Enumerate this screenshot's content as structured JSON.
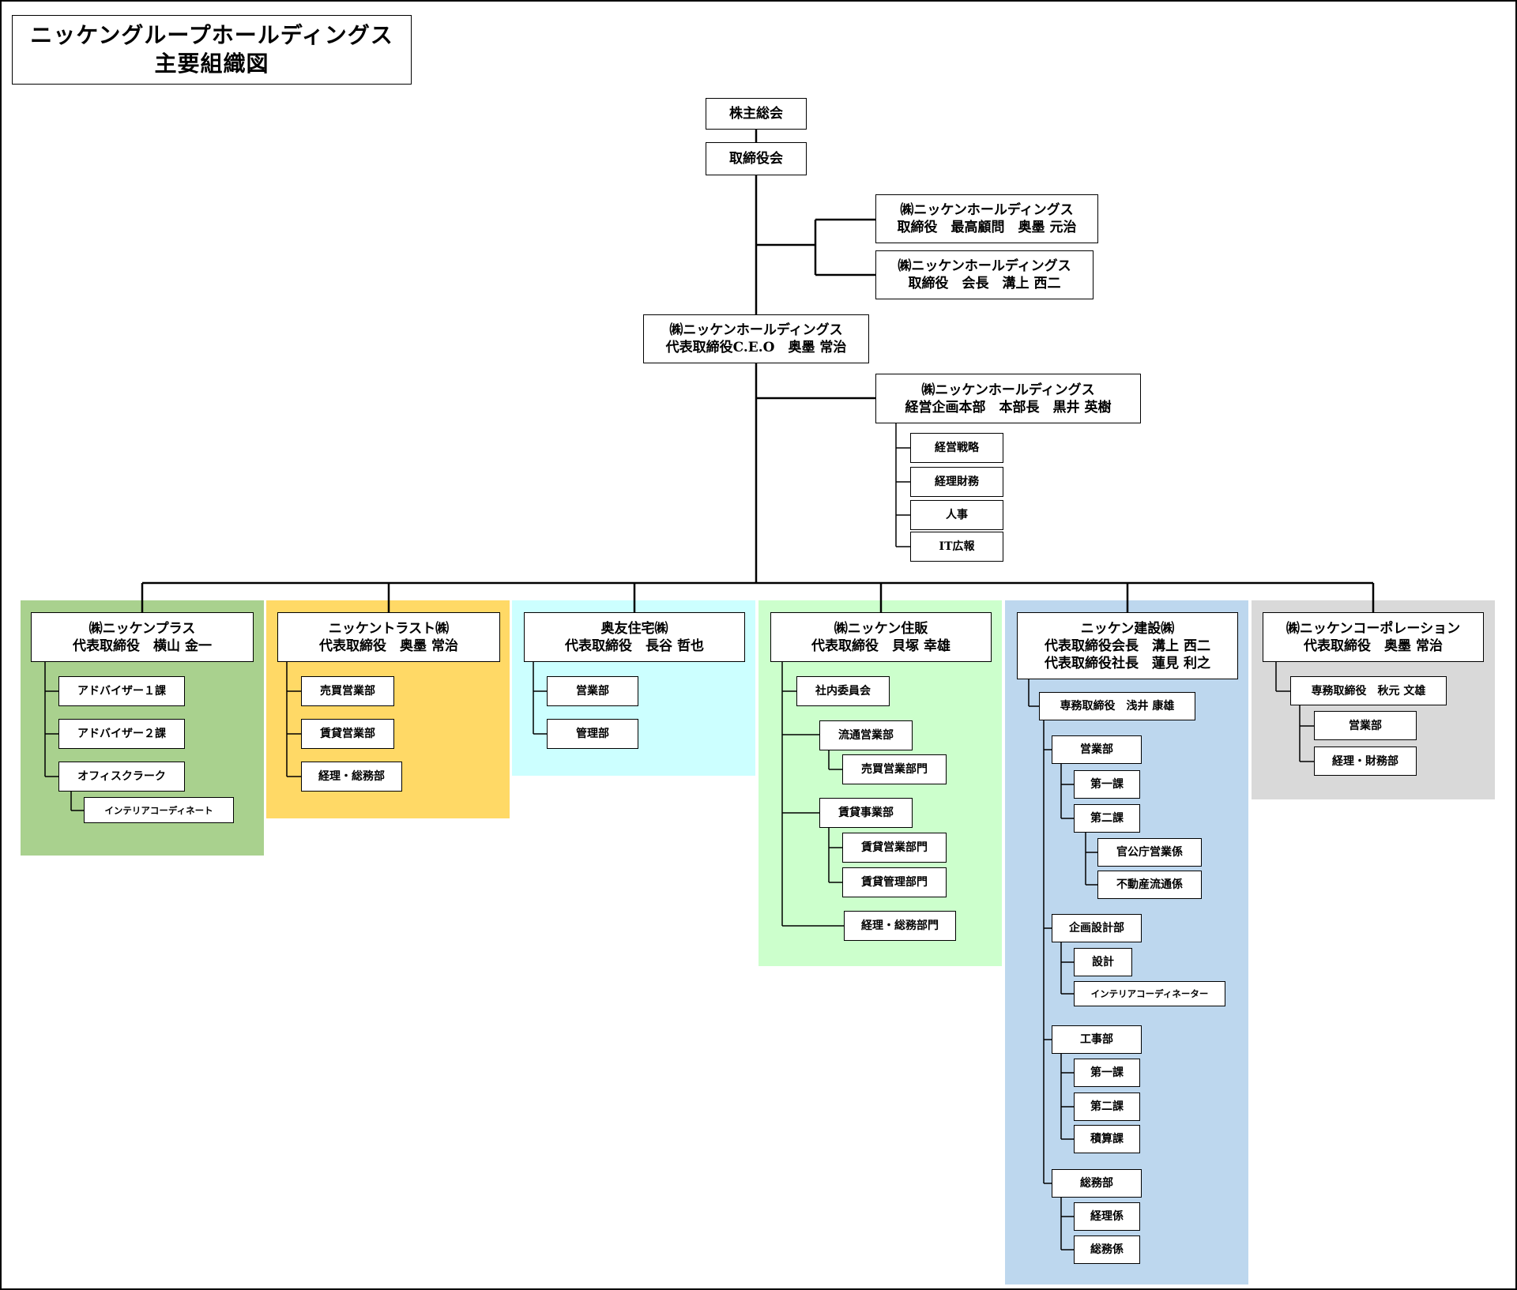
{
  "title": {
    "line1": "ニッケングループホールディングス",
    "line2": "主要組織図"
  },
  "colors": {
    "plus": "#a9d18e",
    "trust": "#ffd966",
    "okutomo": "#ccffff",
    "jyuhan": "#ccffcc",
    "kensetsu": "#bdd7ee",
    "corp": "#d9d9d9"
  },
  "top": {
    "shareholders": "株主総会",
    "board": "取締役会",
    "advisor": {
      "line1": "㈱ニッケンホールディングス",
      "line2": "取締役　最高顧問　奥墨 元治"
    },
    "chairman": {
      "line1": "㈱ニッケンホールディングス",
      "line2": "取締役　会長　溝上 西二"
    },
    "ceo": {
      "line1": "㈱ニッケンホールディングス",
      "line2": "代表取締役C.E.O　奥墨 常治"
    },
    "planning": {
      "line1": "㈱ニッケンホールディングス",
      "line2": "経営企画本部　本部長　黒井 英樹"
    },
    "planning_units": [
      "経営戦略",
      "経理財務",
      "人事",
      "IT広報"
    ]
  },
  "companies": {
    "plus": {
      "name": "㈱ニッケンプラス",
      "head": "代表取締役　横山 金一",
      "units": [
        "アドバイザー１課",
        "アドバイザー２課",
        "オフィスクラーク"
      ],
      "sub": "インテリアコーディネート"
    },
    "trust": {
      "name": "ニッケントラスト㈱",
      "head": "代表取締役　奥墨 常治",
      "units": [
        "売買営業部",
        "賃貸営業部",
        "経理・総務部"
      ]
    },
    "okutomo": {
      "name": "奥友住宅㈱",
      "head": "代表取締役　長谷 哲也",
      "units": [
        "営業部",
        "管理部"
      ]
    },
    "jyuhan": {
      "name": "㈱ニッケン住販",
      "head": "代表取締役　貝塚 幸雄",
      "committee": "社内委員会",
      "ryutsu": "流通営業部",
      "ryutsu_sub": "売買営業部門",
      "chintai": "賃貸事業部",
      "chintai_subs": [
        "賃貸営業部門",
        "賃貸管理部門"
      ],
      "keiri": "経理・総務部門"
    },
    "kensetsu": {
      "name": "ニッケン建設㈱",
      "head1": "代表取締役会長　溝上 西二",
      "head2": "代表取締役社長　蓮見 利之",
      "director": "専務取締役　浅井 康雄",
      "eigyo": "営業部",
      "eigyo_units": [
        "第一課",
        "第二課"
      ],
      "eigyo_sub": [
        "官公庁営業係",
        "不動産流通係"
      ],
      "kikaku": "企画設計部",
      "kikaku_units": [
        "設計",
        "インテリアコーディネーター"
      ],
      "koji": "工事部",
      "koji_units": [
        "第一課",
        "第二課",
        "積算課"
      ],
      "somu": "総務部",
      "somu_units": [
        "経理係",
        "総務係"
      ]
    },
    "corp": {
      "name": "㈱ニッケンコーポレーション",
      "head": "代表取締役　奥墨 常治",
      "director": "専務取締役　秋元 文雄",
      "units": [
        "営業部",
        "経理・財務部"
      ]
    }
  }
}
